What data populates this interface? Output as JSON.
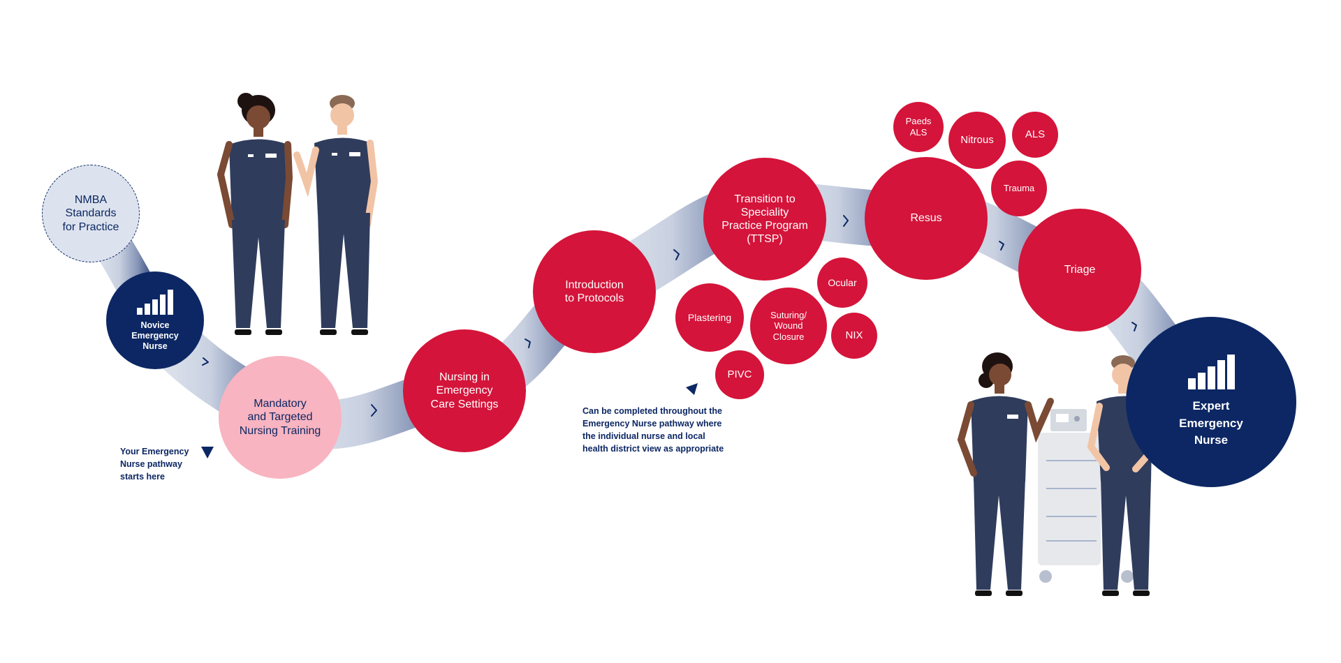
{
  "nodes": {
    "nmba": "NMBA\nStandards\nfor Practice",
    "novice": "Novice\nEmergency\nNurse",
    "mandatory": "Mandatory\nand Targeted\nNursing Training",
    "nursing_emergency": "Nursing in\nEmergency\nCare Settings",
    "intro_protocols": "Introduction\nto Protocols",
    "ttsp": "Transition to\nSpeciality\nPractice Program\n(TTSP)",
    "resus": "Resus",
    "triage": "Triage",
    "expert": "Expert\nEmergency\nNurse"
  },
  "optional_skills": {
    "plastering": "Plastering",
    "suturing": "Suturing/\nWound\nClosure",
    "ocular": "Ocular",
    "nix": "NIX",
    "pivc": "PIVC"
  },
  "resus_skills": {
    "paeds_als": "Paeds\nALS",
    "nitrous": "Nitrous",
    "als": "ALS",
    "trauma": "Trauma"
  },
  "notes": {
    "start": "Your Emergency\nNurse pathway\nstarts here",
    "anytime": "Can be completed throughout the\nEmergency Nurse pathway where\nthe individual nurse and local\nhealth district view as appropriate"
  },
  "icons": {
    "level_icon": "signal-bars-icon",
    "arrow": "chevron-right-icon",
    "pointer": "triangle-pointer-icon",
    "people": "nurse-figure-icon",
    "equipment": "hospital-trolley-icon"
  },
  "colors": {
    "red": "#d4143a",
    "navy": "#0c2763",
    "pink": "#f8b4c0",
    "pale": "#dde3ee",
    "scrubs": "#2f3c5c"
  }
}
